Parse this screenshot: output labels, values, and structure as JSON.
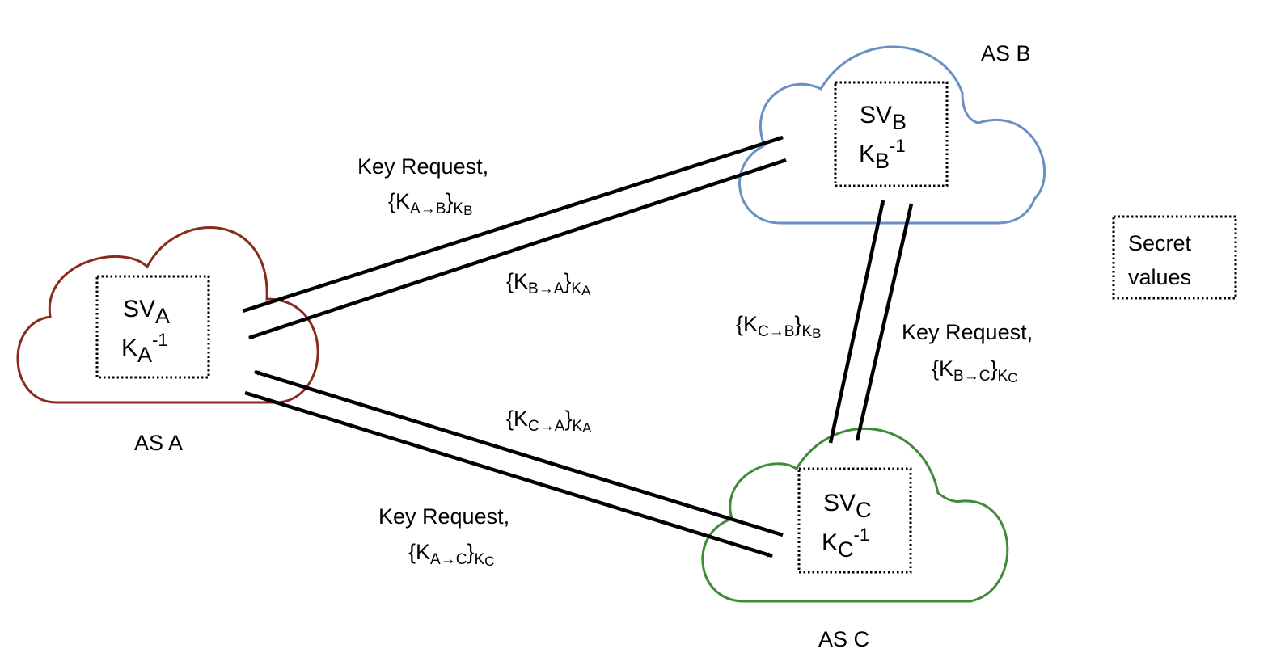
{
  "colors": {
    "cloud_a": "#8b2a1c",
    "cloud_b": "#6a8fc4",
    "cloud_c": "#3f8b3a",
    "arrow": "#000000",
    "top_strip": "#b32045"
  },
  "clouds": {
    "a": {
      "name": "AS A",
      "sv_main": "SV",
      "sv_sub": "A",
      "k_main": "K",
      "k_sub": "A",
      "k_sup": "-1"
    },
    "b": {
      "name": "AS B",
      "sv_main": "SV",
      "sv_sub": "B",
      "k_main": "K",
      "k_sub": "B",
      "k_sup": "-1"
    },
    "c": {
      "name": "AS C",
      "sv_main": "SV",
      "sv_sub": "C",
      "k_main": "K",
      "k_sub": "C",
      "k_sup": "-1"
    }
  },
  "legend": {
    "line1": "Secret",
    "line2": "values"
  },
  "messages": {
    "a_to_b": {
      "title": "Key Request,",
      "open": "{K",
      "sub": "A→B",
      "close": "}",
      "key_main": "K",
      "key_sub": "B"
    },
    "b_to_a": {
      "open": "{K",
      "sub": "B→A",
      "close": "}",
      "key_main": "K",
      "key_sub": "A"
    },
    "c_to_a": {
      "open": "{K",
      "sub": "C→A",
      "close": "}",
      "key_main": "K",
      "key_sub": "A"
    },
    "a_to_c": {
      "title": "Key Request,",
      "open": "{K",
      "sub": "A→C",
      "close": "}",
      "key_main": "K",
      "key_sub": "C"
    },
    "c_to_b": {
      "open": "{K",
      "sub": "C→B",
      "close": "}",
      "key_main": "K",
      "key_sub": "B"
    },
    "b_to_c": {
      "title": "Key Request,",
      "open": "{K",
      "sub": "B→C",
      "close": "}",
      "key_main": "K",
      "key_sub": "C"
    }
  }
}
